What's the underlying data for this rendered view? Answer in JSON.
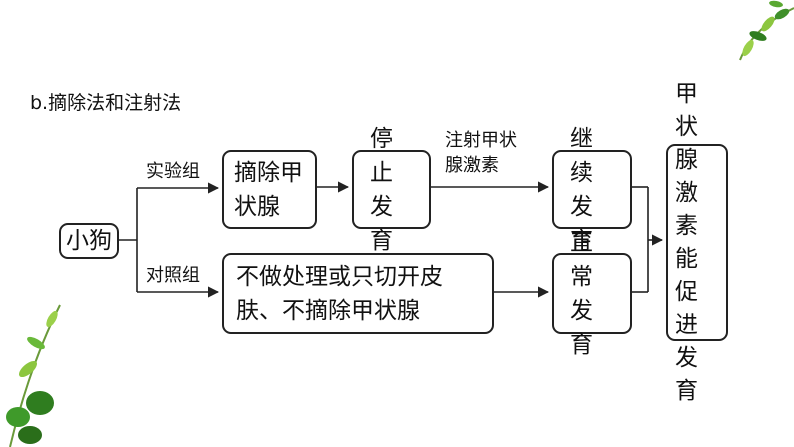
{
  "subtitle": "b.摘除法和注射法",
  "nodes": {
    "dog": "小狗",
    "remove_thyroid": "摘除甲状腺",
    "stop_growth": "停止发育",
    "continue_growth": "继续发育",
    "control_treatment": "不做处理或只切开皮肤、不摘除甲状腺",
    "normal_growth": "正常发育",
    "conclusion": "甲状腺激素能促进发育"
  },
  "edge_labels": {
    "experimental_group": "实验组",
    "control_group": "对照组",
    "inject_hormone": "注射甲状腺激素"
  },
  "colors": {
    "line": "#222222",
    "leaf_dark": "#2f7d1f",
    "leaf_light": "#8cc63f"
  }
}
